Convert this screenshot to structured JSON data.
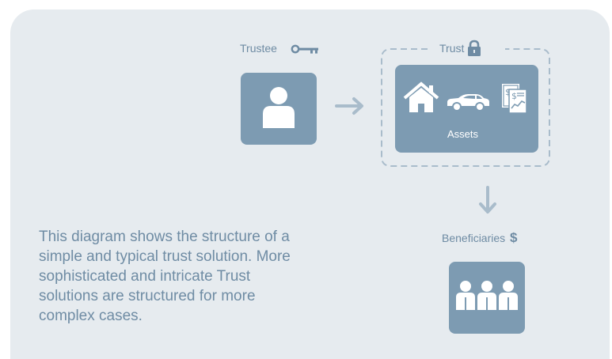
{
  "trustee": {
    "label": "Trustee",
    "icon": "key-icon",
    "person_icon": "person-icon"
  },
  "trust": {
    "label": "Trust",
    "icon": "lock-icon"
  },
  "assets": {
    "label": "Assets",
    "icons": [
      "house-icon",
      "car-icon",
      "financial-documents-icon"
    ]
  },
  "beneficiaries": {
    "label": "Beneficiaries",
    "symbol": "$",
    "icon": "group-of-people-icon"
  },
  "description": "This diagram shows the structure of a simple and typical trust solution. More sophisticated and intricate Trust solutions are structured for more complex cases.",
  "colors": {
    "background_panel": "#e6ebef",
    "box_fill": "#7d9bb2",
    "arrow": "#a9bccb",
    "text": "#6f8ca4",
    "icon_white": "#ffffff"
  }
}
